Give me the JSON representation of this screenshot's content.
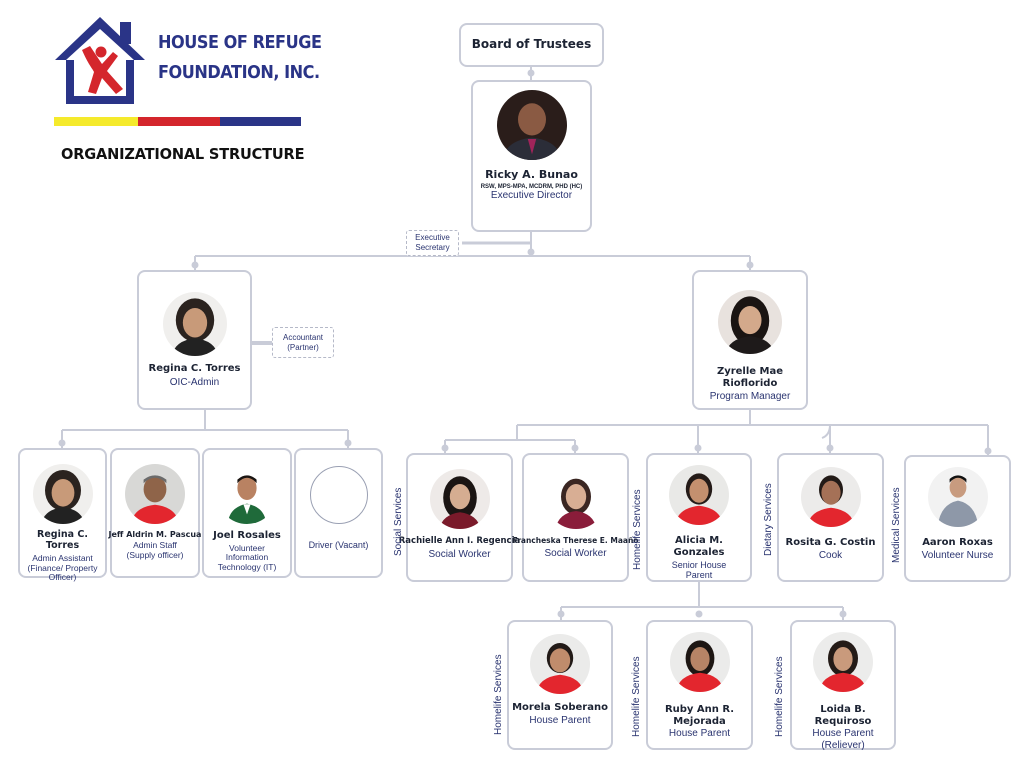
{
  "brand": {
    "line1": "HOUSE OF REFUGE",
    "line2": "FOUNDATION, INC.",
    "subtitle": "ORGANIZATIONAL STRUCTURE",
    "colors": {
      "navy": "#2a3487",
      "red": "#d4262c",
      "yellow": "#f5ea2c"
    }
  },
  "board": {
    "label": "Board of Trustees"
  },
  "director": {
    "name": "Ricky A. Bunao",
    "credentials": "RSW, MPS-MPA, MCDRM, PHD (HC)",
    "role": "Executive Director"
  },
  "executive_secretary": {
    "line1": "Executive",
    "line2": "Secretary"
  },
  "accountant": {
    "line1": "Accountant",
    "line2": "(Partner)"
  },
  "admin": {
    "head": {
      "name": "Regina C. Torres",
      "role": "OIC-Admin"
    },
    "staff": [
      {
        "name": "Regina C. Torres",
        "role": "Admin Assistant (Finance/ Property Officer)"
      },
      {
        "name": "Jeff Aldrin M. Pascua",
        "role": "Admin Staff (Supply officer)"
      },
      {
        "name": "Joel Rosales",
        "role": "Volunteer Information Technology (IT)"
      },
      {
        "name": "",
        "role": "Driver (Vacant)"
      }
    ]
  },
  "program": {
    "head": {
      "name": "Zyrelle Mae Rioflorido",
      "role": "Program Manager"
    },
    "staff": [
      {
        "name": "Rachielle Ann I. Regencia",
        "role": "Social Worker"
      },
      {
        "name": "Francheska Therese E. Maaño",
        "role": "Social Worker"
      },
      {
        "name": "Alicia M. Gonzales",
        "role": "Senior House Parent"
      },
      {
        "name": "Rosita G. Costin",
        "role": "Cook"
      },
      {
        "name": "Aaron Roxas",
        "role": "Volunteer Nurse"
      }
    ],
    "house_parents": [
      {
        "name": "Morela Soberano",
        "role": "House Parent"
      },
      {
        "name": "Ruby Ann R. Mejorada",
        "role": "House Parent"
      },
      {
        "name": "Loida B. Requiroso",
        "role": "House Parent (Reliever)"
      }
    ]
  },
  "service_labels": {
    "social": "Social Services",
    "homelife": "Homelife Services",
    "dietary": "Dietary Services",
    "medical": "Medical Services"
  },
  "colors": {
    "line": "#c9ccd8",
    "card_border": "#c9ccd8",
    "name_text": "#1c2333",
    "role_text": "#2a3470",
    "uniform_red": "#e3262e"
  }
}
